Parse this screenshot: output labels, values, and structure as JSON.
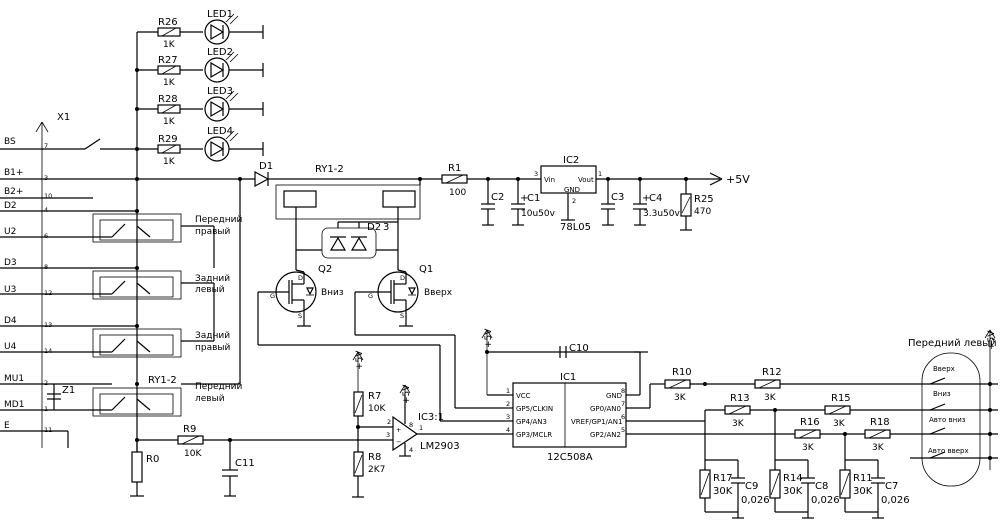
{
  "connector": {
    "name": "X1",
    "pins": [
      {
        "label": "BS",
        "num": "7"
      },
      {
        "label": "B1+",
        "num": "3"
      },
      {
        "label": "B2+",
        "num": "10"
      },
      {
        "label": "D2",
        "num": "4"
      },
      {
        "label": "U2",
        "num": "6"
      },
      {
        "label": "D3",
        "num": "8"
      },
      {
        "label": "U3",
        "num": "12"
      },
      {
        "label": "D4",
        "num": "13"
      },
      {
        "label": "U4",
        "num": "14"
      },
      {
        "label": "MU1",
        "num": "2"
      },
      {
        "label": "MD1",
        "num": "1"
      },
      {
        "label": "E",
        "num": "11"
      }
    ]
  },
  "leds": [
    {
      "resistor": "R26",
      "value": "1K",
      "name": "LED1"
    },
    {
      "resistor": "R27",
      "value": "1K",
      "name": "LED2"
    },
    {
      "resistor": "R28",
      "value": "1K",
      "name": "LED3"
    },
    {
      "resistor": "R29",
      "value": "1K",
      "name": "LED4"
    }
  ],
  "switch_blocks": [
    {
      "line1": "Передний",
      "line2": "правый"
    },
    {
      "line1": "Задний",
      "line2": "левый"
    },
    {
      "line1": "Задний",
      "line2": "правый"
    },
    {
      "line1": "Передний",
      "line2": "левый",
      "relay": "RY1-2"
    }
  ],
  "z1": "Z1",
  "r0": "R0",
  "r9": {
    "name": "R9",
    "value": "10K"
  },
  "c11": "C11",
  "r7": {
    "name": "R7",
    "value": "10K"
  },
  "r8": {
    "name": "R8",
    "value": "2K7"
  },
  "comparator": {
    "name": "IC3:1",
    "part": "LM2903",
    "pin_plus": "2",
    "pin_minus": "3",
    "pin_out": "1",
    "pin_vcc": "8",
    "pin_gnd": "4"
  },
  "supply": "+5V",
  "d1": "D1",
  "relay_top": "RY1-2",
  "d2": {
    "name": "D2",
    "num": "3"
  },
  "q2": {
    "name": "Q2",
    "label": "Вниз"
  },
  "q1": {
    "name": "Q1",
    "label": "Вверх"
  },
  "fet_pins": {
    "g": "G",
    "d": "D",
    "s": "S"
  },
  "r1": {
    "name": "R1",
    "value": "100"
  },
  "c2": "C2",
  "c1": {
    "name": "C1",
    "value": "10u50v",
    "sign": "+"
  },
  "ic2": {
    "name": "IC2",
    "part": "78L05",
    "vin": "Vin",
    "vout": "Vout",
    "gnd": "GND",
    "pin_in": "3",
    "pin_out": "1",
    "pin_gnd": "2"
  },
  "c3": "C3",
  "c4": {
    "name": "C4",
    "value": "3.3u50v",
    "sign": "+"
  },
  "r25": {
    "name": "R25",
    "value": "470"
  },
  "output_supply": "+5V",
  "c10": "C10",
  "ic1": {
    "name": "IC1",
    "part": "12C508A",
    "left_pins": [
      {
        "label": "VCC",
        "num": "1"
      },
      {
        "label": "GP5/CLKIN",
        "num": "2"
      },
      {
        "label": "GP4/AN3",
        "num": "3"
      },
      {
        "label": "GP3/MCLR",
        "num": "4"
      }
    ],
    "right_pins": [
      {
        "label": "GND",
        "num": "8"
      },
      {
        "label": "GP0/AN0",
        "num": "7"
      },
      {
        "label": "VREF/GP1/AN1",
        "num": "6"
      },
      {
        "label": "GP2/AN2",
        "num": "5"
      }
    ]
  },
  "resistors_right": [
    {
      "name": "R10",
      "value": "3K"
    },
    {
      "name": "R12",
      "value": "3K"
    },
    {
      "name": "R13",
      "value": "3K"
    },
    {
      "name": "R15",
      "value": "3K"
    },
    {
      "name": "R16",
      "value": "3K"
    },
    {
      "name": "R18",
      "value": "3K"
    }
  ],
  "bottom_parts": [
    {
      "r": "R17",
      "rv": "30K",
      "c": "C9",
      "cv": "0,026"
    },
    {
      "r": "R14",
      "rv": "30K",
      "c": "C8",
      "cv": "0,026"
    },
    {
      "r": "R11",
      "rv": "30K",
      "c": "C7",
      "cv": "0,026"
    }
  ],
  "keypad": {
    "title": "Передний левый",
    "buttons": [
      "Вверх",
      "Вниз",
      "Авто вниз",
      "Авто вверх"
    ]
  }
}
